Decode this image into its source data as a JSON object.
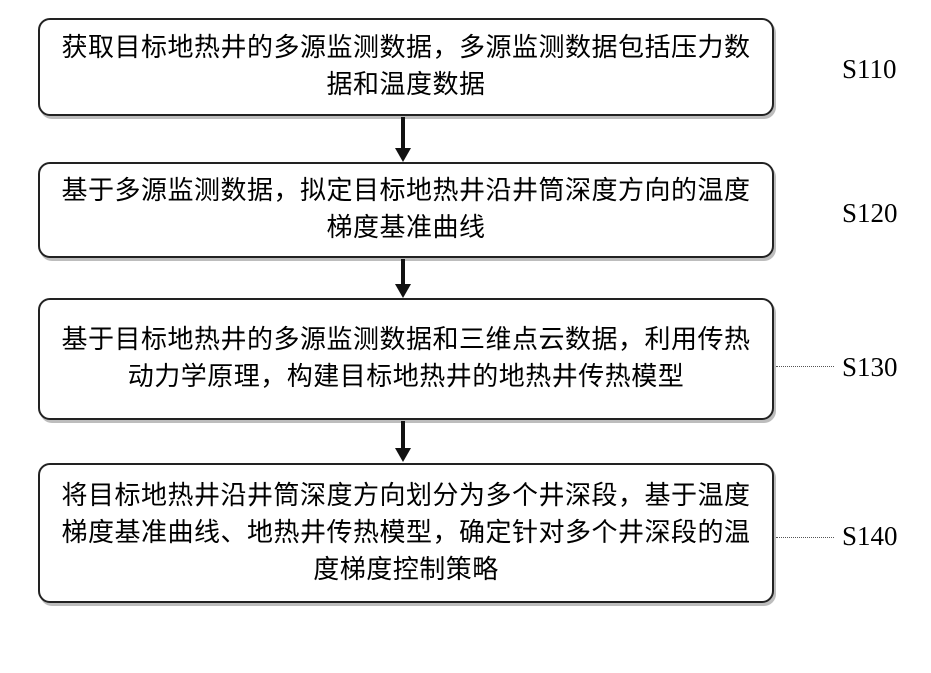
{
  "steps": [
    {
      "id": "S110",
      "text": "获取目标地热井的多源监测数据，多源监测数据包括压力数据和温度数据"
    },
    {
      "id": "S120",
      "text": "基于多源监测数据，拟定目标地热井沿井筒深度方向的温度梯度基准曲线"
    },
    {
      "id": "S130",
      "text": "基于目标地热井的多源监测数据和三维点云数据，利用传热动力学原理，构建目标地热井的地热井传热模型"
    },
    {
      "id": "S140",
      "text": "将目标地热井沿井筒深度方向划分为多个井深段，基于温度梯度基准曲线、地热井传热模型，确定针对多个井深段的温度梯度控制策略"
    }
  ]
}
